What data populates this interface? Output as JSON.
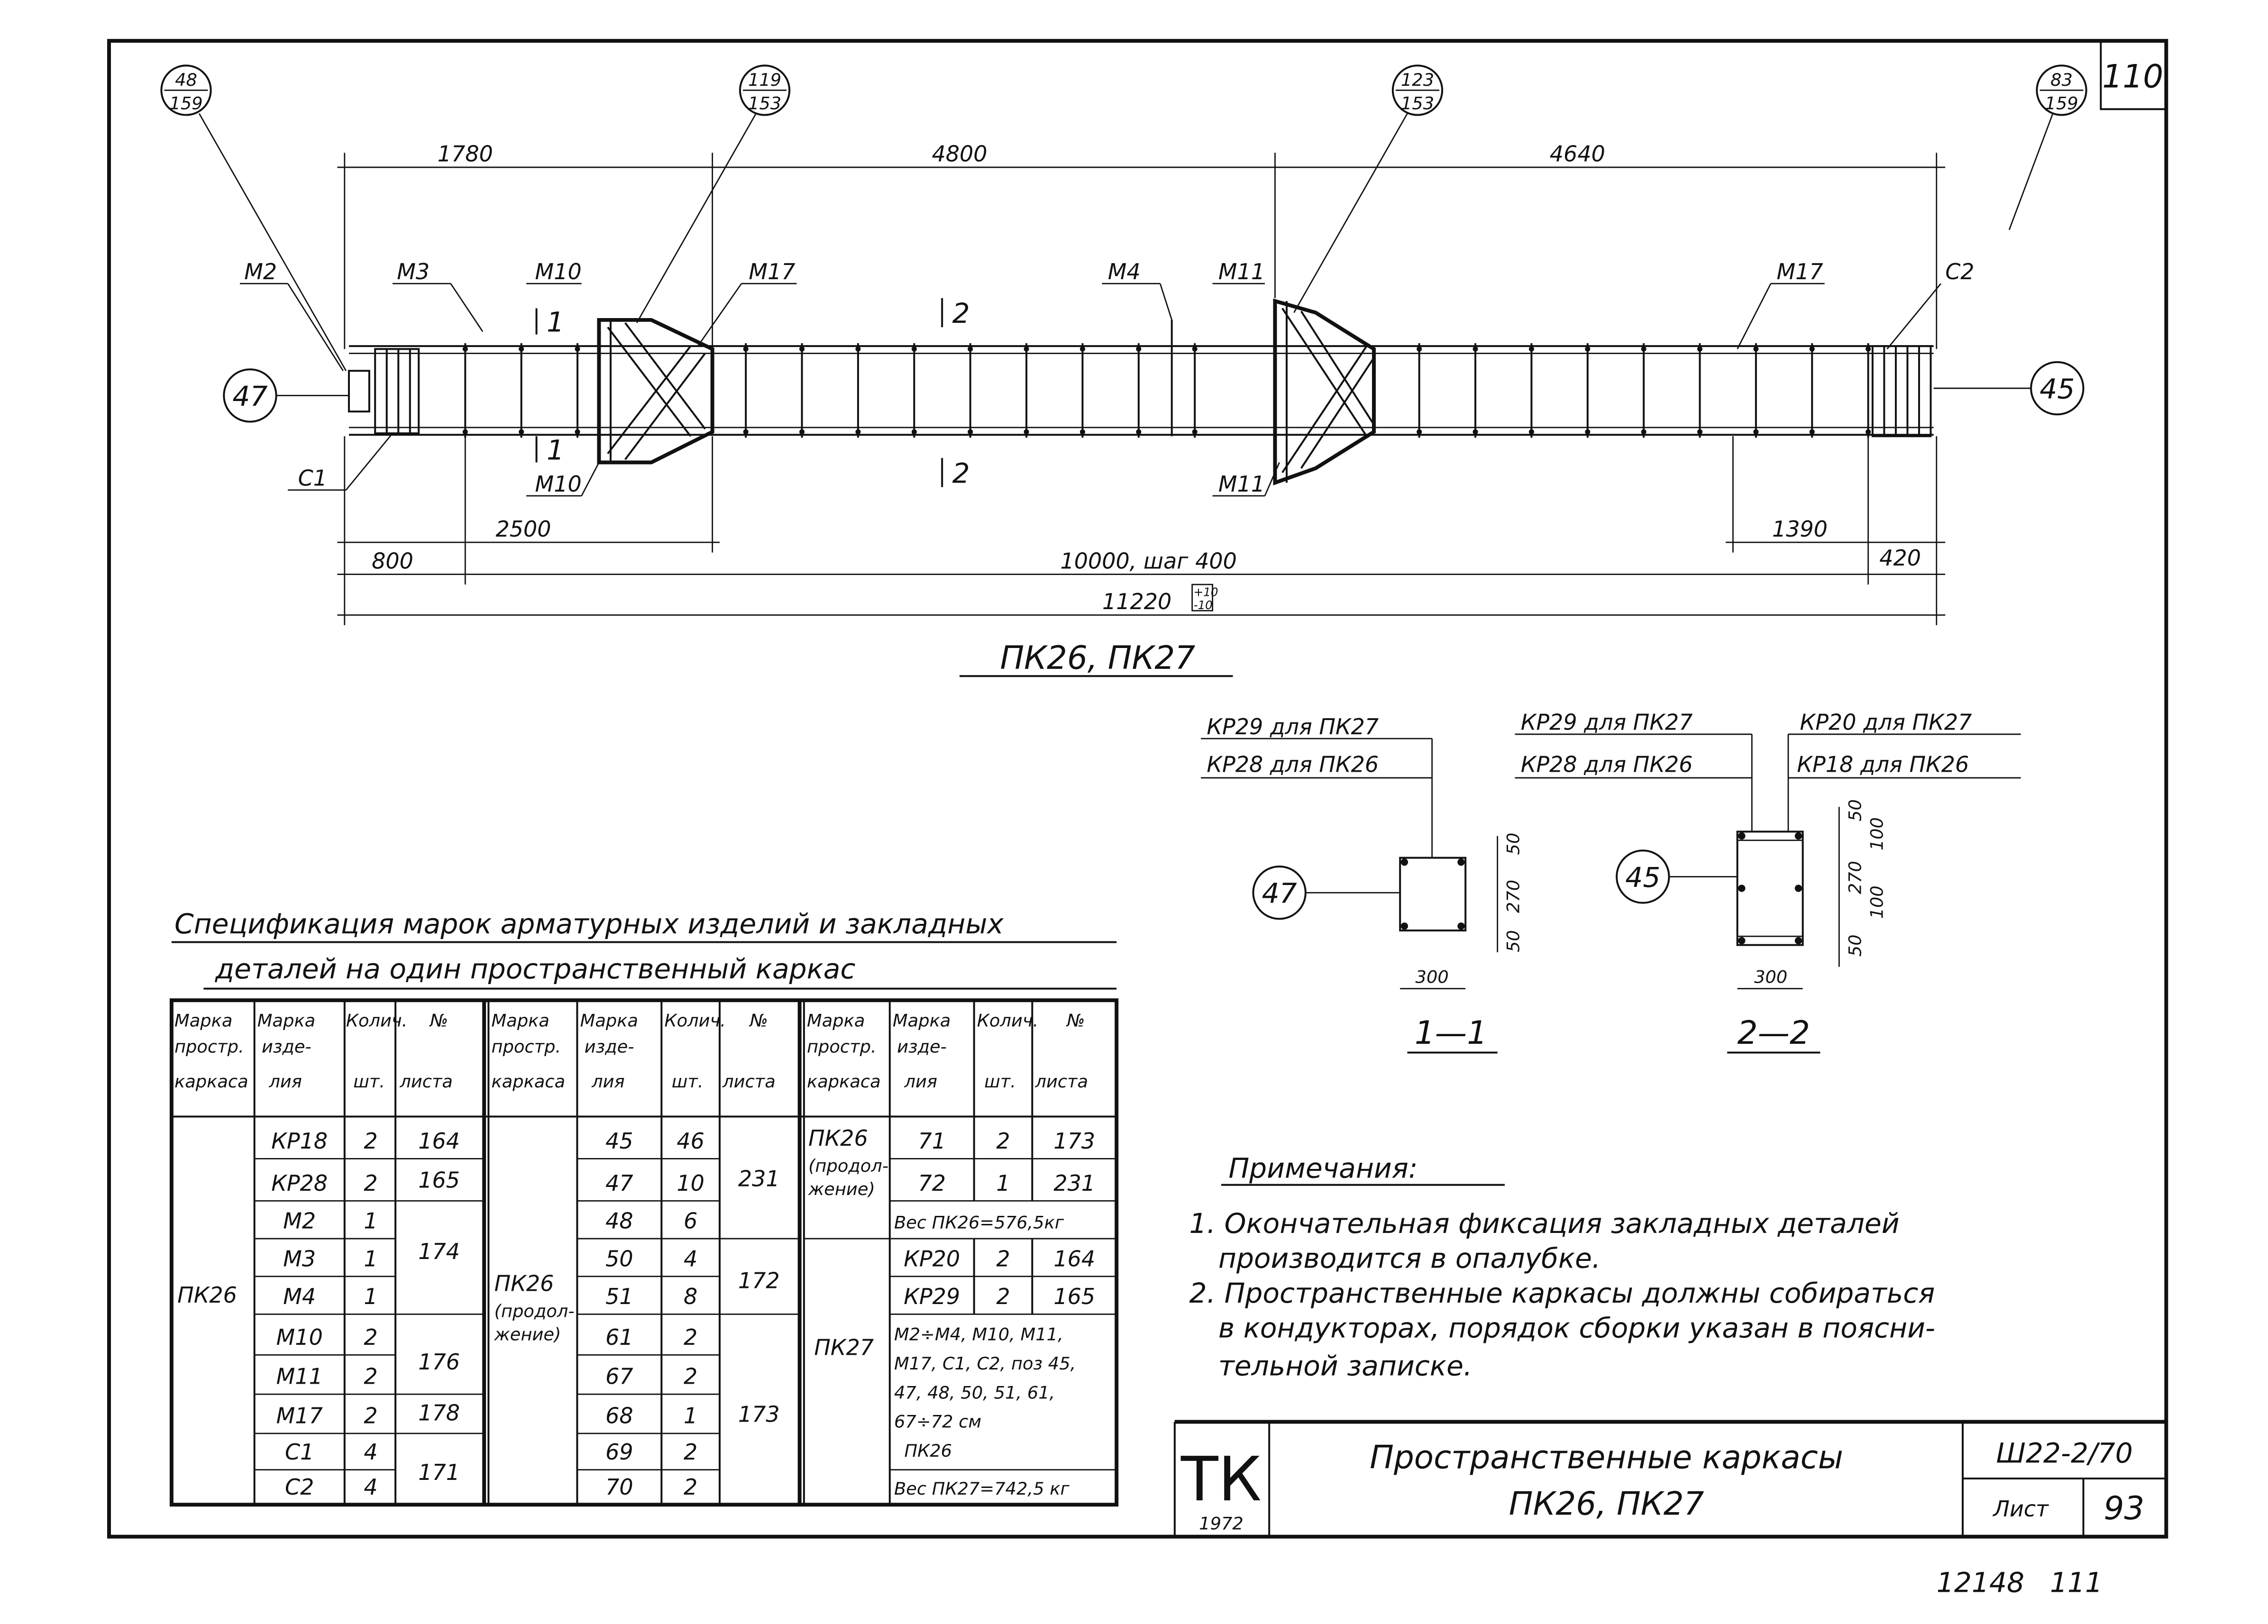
{
  "sheet_corner_number": "110",
  "callouts": [
    {
      "top": "48",
      "bottom": "159"
    },
    {
      "top": "119",
      "bottom": "153"
    },
    {
      "top": "123",
      "bottom": "153"
    },
    {
      "top": "83",
      "bottom": "159"
    }
  ],
  "end_markers": {
    "left": "47",
    "right": "45"
  },
  "dimensions": {
    "top": [
      "1780",
      "4800",
      "4640"
    ],
    "bottom_2500": "2500",
    "bottom_1390": "1390",
    "bottom_800": "800",
    "bottom_spacing": "10000, шаг 400",
    "bottom_420": "420",
    "overall": "11220",
    "tolerance_plus": "+10",
    "tolerance_minus": "-10"
  },
  "part_labels": {
    "m2": "М2",
    "m3": "М3",
    "m10_top": "М10",
    "m17_left": "М17",
    "m4": "М4",
    "m11_top": "М11",
    "m17_right": "М17",
    "c2": "С2",
    "c1": "С1",
    "m10_bottom": "М10",
    "m11_bottom": "М11"
  },
  "section_marks": {
    "one": "1",
    "two": "2"
  },
  "main_title": "ПК26, ПК27",
  "sections": {
    "s1": {
      "label_top": "КР29 для ПК27",
      "label_bottom": "КР28 для ПК26",
      "marker": "47",
      "dims": [
        "50",
        "270",
        "50"
      ],
      "width": "300",
      "title": "1—1"
    },
    "s2": {
      "label_top_left": "КР29 для ПК27",
      "label_bottom_left": "КР28 для ПК26",
      "label_top_right": "КР20 для ПК27",
      "label_bottom_right": "КР18 для ПК26",
      "marker": "45",
      "dims": [
        "50",
        "100",
        "270",
        "100",
        "50"
      ],
      "width": "300",
      "title": "2—2"
    }
  },
  "spec_title": {
    "line1": "Спецификация марок арматурных изделий и закладных",
    "line2": "деталей на один пространственный каркас"
  },
  "table": {
    "headers": [
      [
        "Марка",
        "простр.",
        "каркаса"
      ],
      [
        "Марка",
        "изде-",
        "лия"
      ],
      [
        "Колич.",
        "",
        "шт."
      ],
      [
        "№",
        "",
        "листа"
      ]
    ],
    "block1": {
      "frame": "ПК26",
      "items": [
        "КР18",
        "КР28",
        "М2",
        "М3",
        "М4",
        "М10",
        "М11",
        "М17",
        "С1",
        "С2"
      ],
      "qty": [
        "2",
        "2",
        "1",
        "1",
        "1",
        "2",
        "2",
        "2",
        "4",
        "4"
      ],
      "sheets": [
        "164",
        "165",
        "174",
        "176",
        "178",
        "171"
      ]
    },
    "block2": {
      "frame_line1": "ПК26",
      "frame_line2": "(продол-",
      "frame_line3": "жение)",
      "items": [
        "45",
        "47",
        "48",
        "50",
        "51",
        "61",
        "67",
        "68",
        "69",
        "70"
      ],
      "qty": [
        "46",
        "10",
        "6",
        "4",
        "8",
        "2",
        "2",
        "1",
        "2",
        "2"
      ],
      "sheets": [
        "231",
        "172",
        "173"
      ]
    },
    "block3": {
      "frame1_line1": "ПК26",
      "frame1_line2": "(продол-",
      "frame1_line3": "жение)",
      "rows1": [
        {
          "item": "71",
          "qty": "2",
          "sheet": "173"
        },
        {
          "item": "72",
          "qty": "1",
          "sheet": "231"
        }
      ],
      "weight1": "Вес ПК26=576,5кг",
      "frame2": "ПК27",
      "rows2": [
        {
          "item": "КР20",
          "qty": "2",
          "sheet": "164"
        },
        {
          "item": "КР29",
          "qty": "2",
          "sheet": "165"
        }
      ],
      "note_lines": [
        "М2÷М4, М10, М11,",
        "М17, С1, С2, поз 45,",
        "47, 48, 50, 51, 61,",
        "67÷72 см",
        "ПК26"
      ],
      "weight2": "Вес ПК27=742,5 кг"
    }
  },
  "notes": {
    "title": "Примечания:",
    "lines": [
      "1. Окончательная фиксация закладных деталей",
      "производится в опалубке.",
      "2. Пространственные каркасы должны собираться",
      "в кондукторах, порядок сборки указан в поясни-",
      "тельной записке."
    ]
  },
  "title_block": {
    "logo": "ТК",
    "year": "1972",
    "title_line1": "Пространственные каркасы",
    "title_line2": "ПК26, ПК27",
    "code": "Ш22-2/70",
    "sheet_label": "Лист",
    "sheet_number": "93"
  },
  "footer_stamp": {
    "left": "12148",
    "right": "111"
  }
}
